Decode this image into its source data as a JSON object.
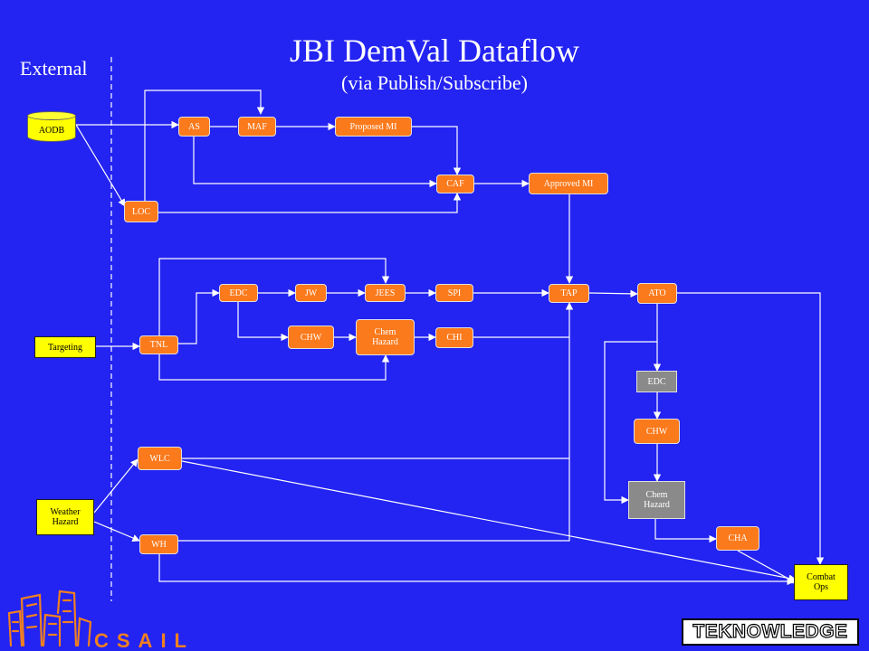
{
  "title": "JBI DemVal Dataflow",
  "subtitle": "(via Publish/Subscribe)",
  "region_label": "External",
  "logo": {
    "csail_text": "CSAIL",
    "teknowledge_text": "TEKNOWLEDGE"
  },
  "nodes": {
    "aodb": "AODB",
    "as": "AS",
    "maf": "MAF",
    "proposed_mi": "Proposed MI",
    "caf": "CAF",
    "approved_mi": "Approved MI",
    "loc": "LOC",
    "edc1": "EDC",
    "jw": "JW",
    "jees": "JEES",
    "spi": "SPI",
    "tap": "TAP",
    "ato": "ATO",
    "chw1": "CHW",
    "chem_hazard1": "Chem Hazard",
    "chi": "CHI",
    "targeting": "Targeting",
    "tnl": "TNL",
    "edc2": "EDC",
    "chw2": "CHW",
    "chem_hazard2": "Chem Hazard",
    "wlc": "WLC",
    "weather_hazard": "Weather Hazard",
    "wh": "WH",
    "cha": "CHA",
    "combat_ops": "Combat Ops"
  },
  "colors": {
    "background": "#2323f2",
    "process": "#fb7a1c",
    "external": "#ffff00",
    "gray": "#8a8a8a",
    "line": "#ffffff"
  }
}
